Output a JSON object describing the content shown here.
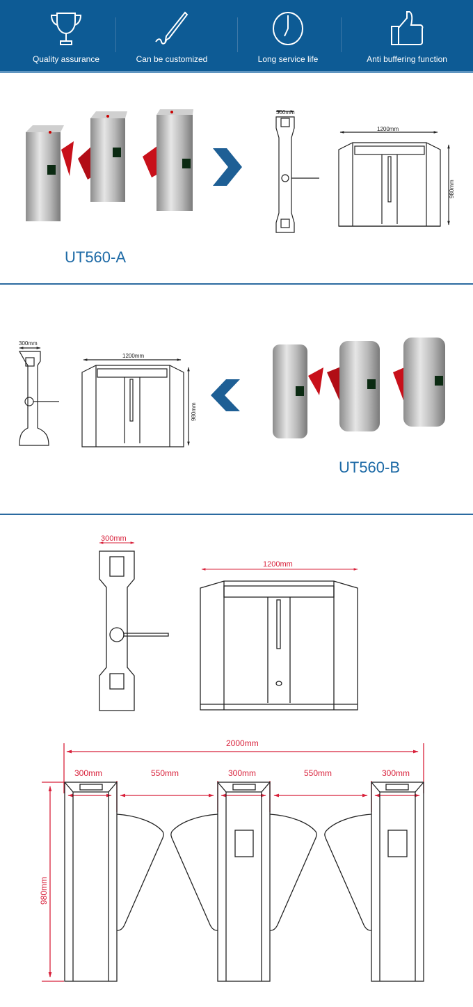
{
  "features": [
    {
      "label": "Quality assurance",
      "icon": "trophy-icon"
    },
    {
      "label": "Can be customized",
      "icon": "pen-icon"
    },
    {
      "label": "Long service life",
      "icon": "clock-icon"
    },
    {
      "label": "Anti buffering function",
      "icon": "thumbs-up-icon"
    }
  ],
  "models": {
    "a": "UT560-A",
    "b": "UT560-B"
  },
  "dims": {
    "width_small": "300mm",
    "length": "1200mm",
    "height": "980mm",
    "total": "2000mm",
    "post": "300mm",
    "lane": "550mm"
  },
  "colors": {
    "header": "#0d5b95",
    "accent": "#1d6aa6",
    "dimension": "#d8203a"
  }
}
